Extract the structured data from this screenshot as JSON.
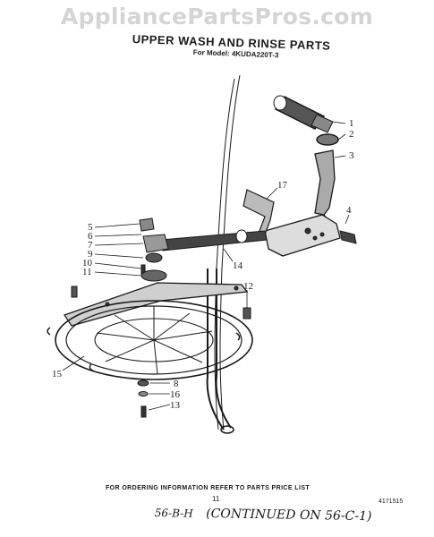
{
  "watermark": "AppliancePartsPros.com",
  "diagram": {
    "title": "UPPER WASH AND RINSE PARTS",
    "model_line": "For Model: 4KUDA220T-3",
    "callouts": [
      "1",
      "2",
      "3",
      "4",
      "5",
      "6",
      "7",
      "9",
      "10",
      "11",
      "12",
      "14",
      "15",
      "17",
      "8",
      "16",
      "13"
    ],
    "footer_note": "FOR ORDERING INFORMATION REFER TO PARTS PRICE LIST",
    "page_number": "11",
    "reference_code": "4171515",
    "handwritten_code": "56-B-H",
    "handwritten_note": "(CONTINUED ON 56-C-1)"
  }
}
